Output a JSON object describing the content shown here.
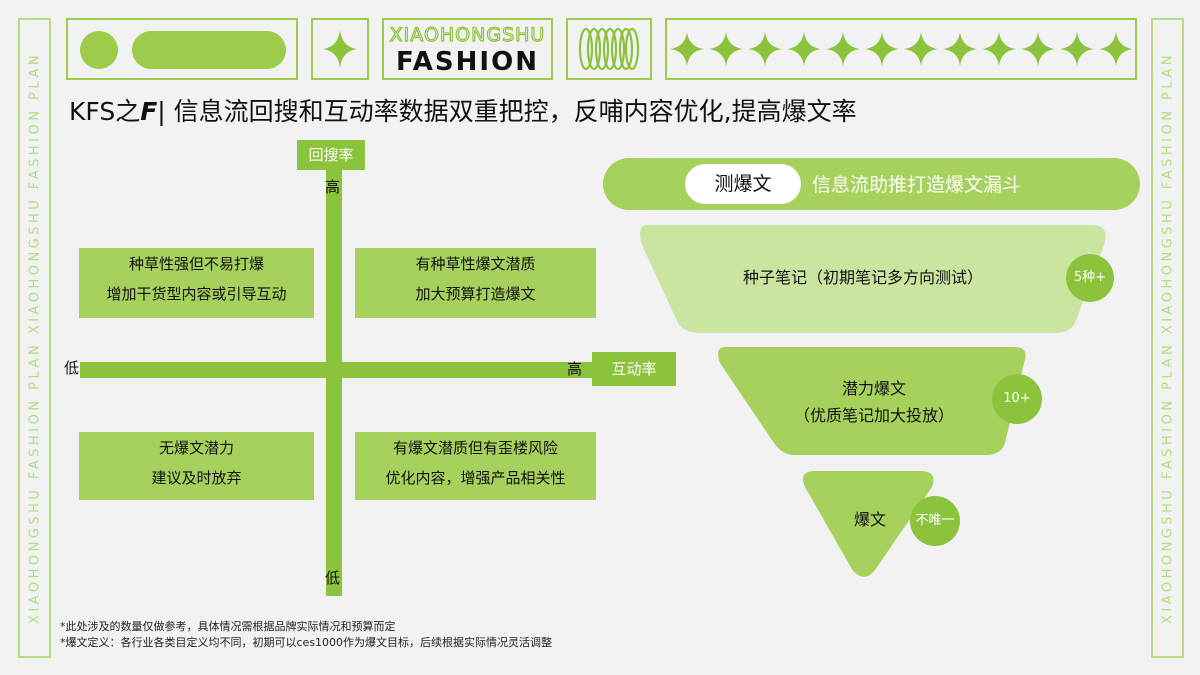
{
  "colors": {
    "accent": "#8cc33d",
    "light": "#a6d15c",
    "pale": "#c9e5a0",
    "outline": "#b7db80"
  },
  "side_banner": {
    "text": "XIAOHONGSHU FASHION PLAN XIAOHONGSHU FASHION PLAN"
  },
  "brand": {
    "line1": "XIAOHONGSHU",
    "line2": "FASHION"
  },
  "title": {
    "prefix": "KFS之",
    "letter": "F",
    "rest": "| 信息流回搜和互动率数据双重把控，反哺内容优化,提高爆文率"
  },
  "quadrant": {
    "y_axis_label": "回搜率",
    "x_axis_label": "互动率",
    "y_high": "高",
    "y_low": "低",
    "x_low": "低",
    "x_high": "高",
    "boxes": {
      "top_left": {
        "line1": "种草性强但不易打爆",
        "line2": "增加干货型内容或引导互动"
      },
      "top_right": {
        "line1": "有种草性爆文潜质",
        "line2": "加大预算打造爆文"
      },
      "bottom_left": {
        "line1": "无爆文潜力",
        "line2": "建议及时放弃"
      },
      "bottom_right": {
        "line1": "有爆文潜质但有歪楼风险",
        "line2": "优化内容，增强产品相关性"
      }
    }
  },
  "funnel": {
    "header_pill": "测爆文",
    "header_text": "信息流助推打造爆文漏斗",
    "levels": [
      {
        "line1": "种子笔记（初期笔记多方向测试）",
        "line2": "",
        "badge": "5种+"
      },
      {
        "line1": "潜力爆文",
        "line2": "（优质笔记加大投放）",
        "badge": "10+"
      },
      {
        "line1": "爆文",
        "line2": "",
        "badge": "不唯一"
      }
    ]
  },
  "footnotes": [
    "*此处涉及的数量仅做参考，具体情况需根据品牌实际情况和预算而定",
    "*爆文定义：各行业各类目定义均不同，初期可以ces1000作为爆文目标，后续根据实际情况灵活调整"
  ]
}
